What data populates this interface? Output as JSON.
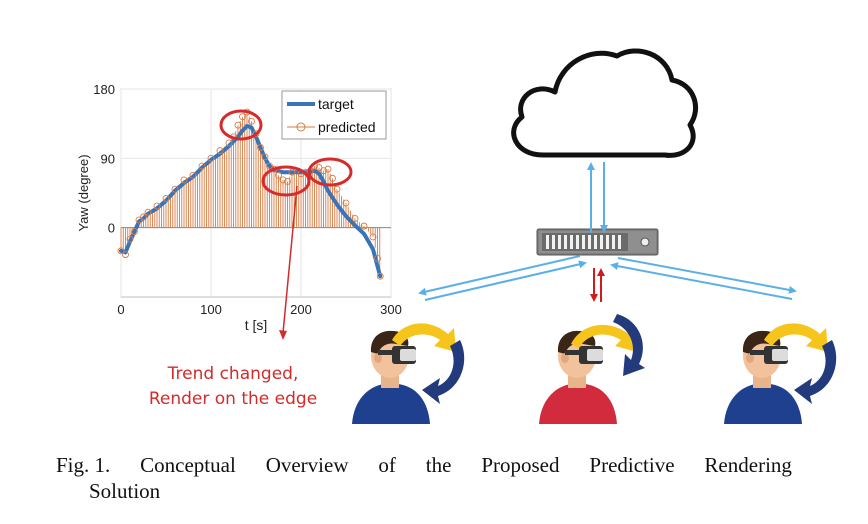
{
  "chart_data": {
    "type": "line",
    "xlabel": "t [s]",
    "ylabel": "Yaw (degree)",
    "xticks": [
      "0",
      "100",
      "200",
      "300"
    ],
    "yticks": [
      "180",
      "90",
      "0"
    ],
    "xlim": [
      0,
      300
    ],
    "ylim": [
      -90,
      180
    ],
    "grid": true,
    "legend_position": "top-right",
    "series": [
      {
        "name": "target",
        "color": "#3a74b7",
        "x": [
          0,
          5,
          10,
          15,
          20,
          25,
          30,
          40,
          50,
          60,
          70,
          80,
          90,
          100,
          110,
          120,
          130,
          135,
          140,
          145,
          150,
          155,
          160,
          165,
          170,
          180,
          190,
          200,
          205,
          210,
          215,
          220,
          225,
          230,
          240,
          250,
          260,
          270,
          280,
          285,
          288
        ],
        "y": [
          -30,
          -32,
          -18,
          -5,
          8,
          12,
          18,
          25,
          35,
          48,
          58,
          66,
          78,
          88,
          96,
          106,
          118,
          126,
          132,
          130,
          118,
          104,
          90,
          80,
          75,
          72,
          72,
          72,
          72,
          72,
          74,
          70,
          60,
          48,
          30,
          15,
          3,
          -8,
          -28,
          -50,
          -63
        ]
      },
      {
        "name": "predicted",
        "color": "#d97b45",
        "x": [
          0,
          5,
          10,
          15,
          20,
          25,
          30,
          40,
          50,
          60,
          70,
          80,
          90,
          100,
          110,
          120,
          125,
          130,
          135,
          140,
          145,
          150,
          155,
          160,
          165,
          170,
          175,
          180,
          185,
          190,
          200,
          205,
          210,
          215,
          220,
          225,
          230,
          235,
          240,
          250,
          260,
          270,
          280,
          285,
          288
        ],
        "y": [
          -30,
          -35,
          -15,
          -5,
          10,
          14,
          20,
          28,
          38,
          50,
          62,
          68,
          80,
          90,
          100,
          110,
          118,
          133,
          144,
          150,
          138,
          122,
          104,
          92,
          80,
          76,
          68,
          62,
          60,
          72,
          70,
          72,
          73,
          80,
          78,
          74,
          76,
          64,
          50,
          32,
          12,
          2,
          -12,
          -40,
          -63
        ]
      }
    ]
  },
  "annotation": {
    "line1": "Trend changed,",
    "line2": "Render on the edge"
  },
  "caption": {
    "line1_words": [
      "Fig. 1.",
      "Conceptual",
      "Overview",
      "of",
      "the",
      "Proposed",
      "Predictive",
      "Rendering"
    ],
    "line2": "Solution"
  },
  "colors": {
    "link_arrow": "#5ab0e6",
    "red_arrow": "#d11b1b",
    "highlight_ring": "#d62b2b",
    "yellow_arrow": "#f6c51c",
    "navy_arrow": "#233b7c",
    "shirt_blue": "#1f3f8f",
    "shirt_red": "#d22b3e"
  },
  "icons": [
    "cloud-icon",
    "edge-server-icon",
    "vr-user-icon"
  ]
}
